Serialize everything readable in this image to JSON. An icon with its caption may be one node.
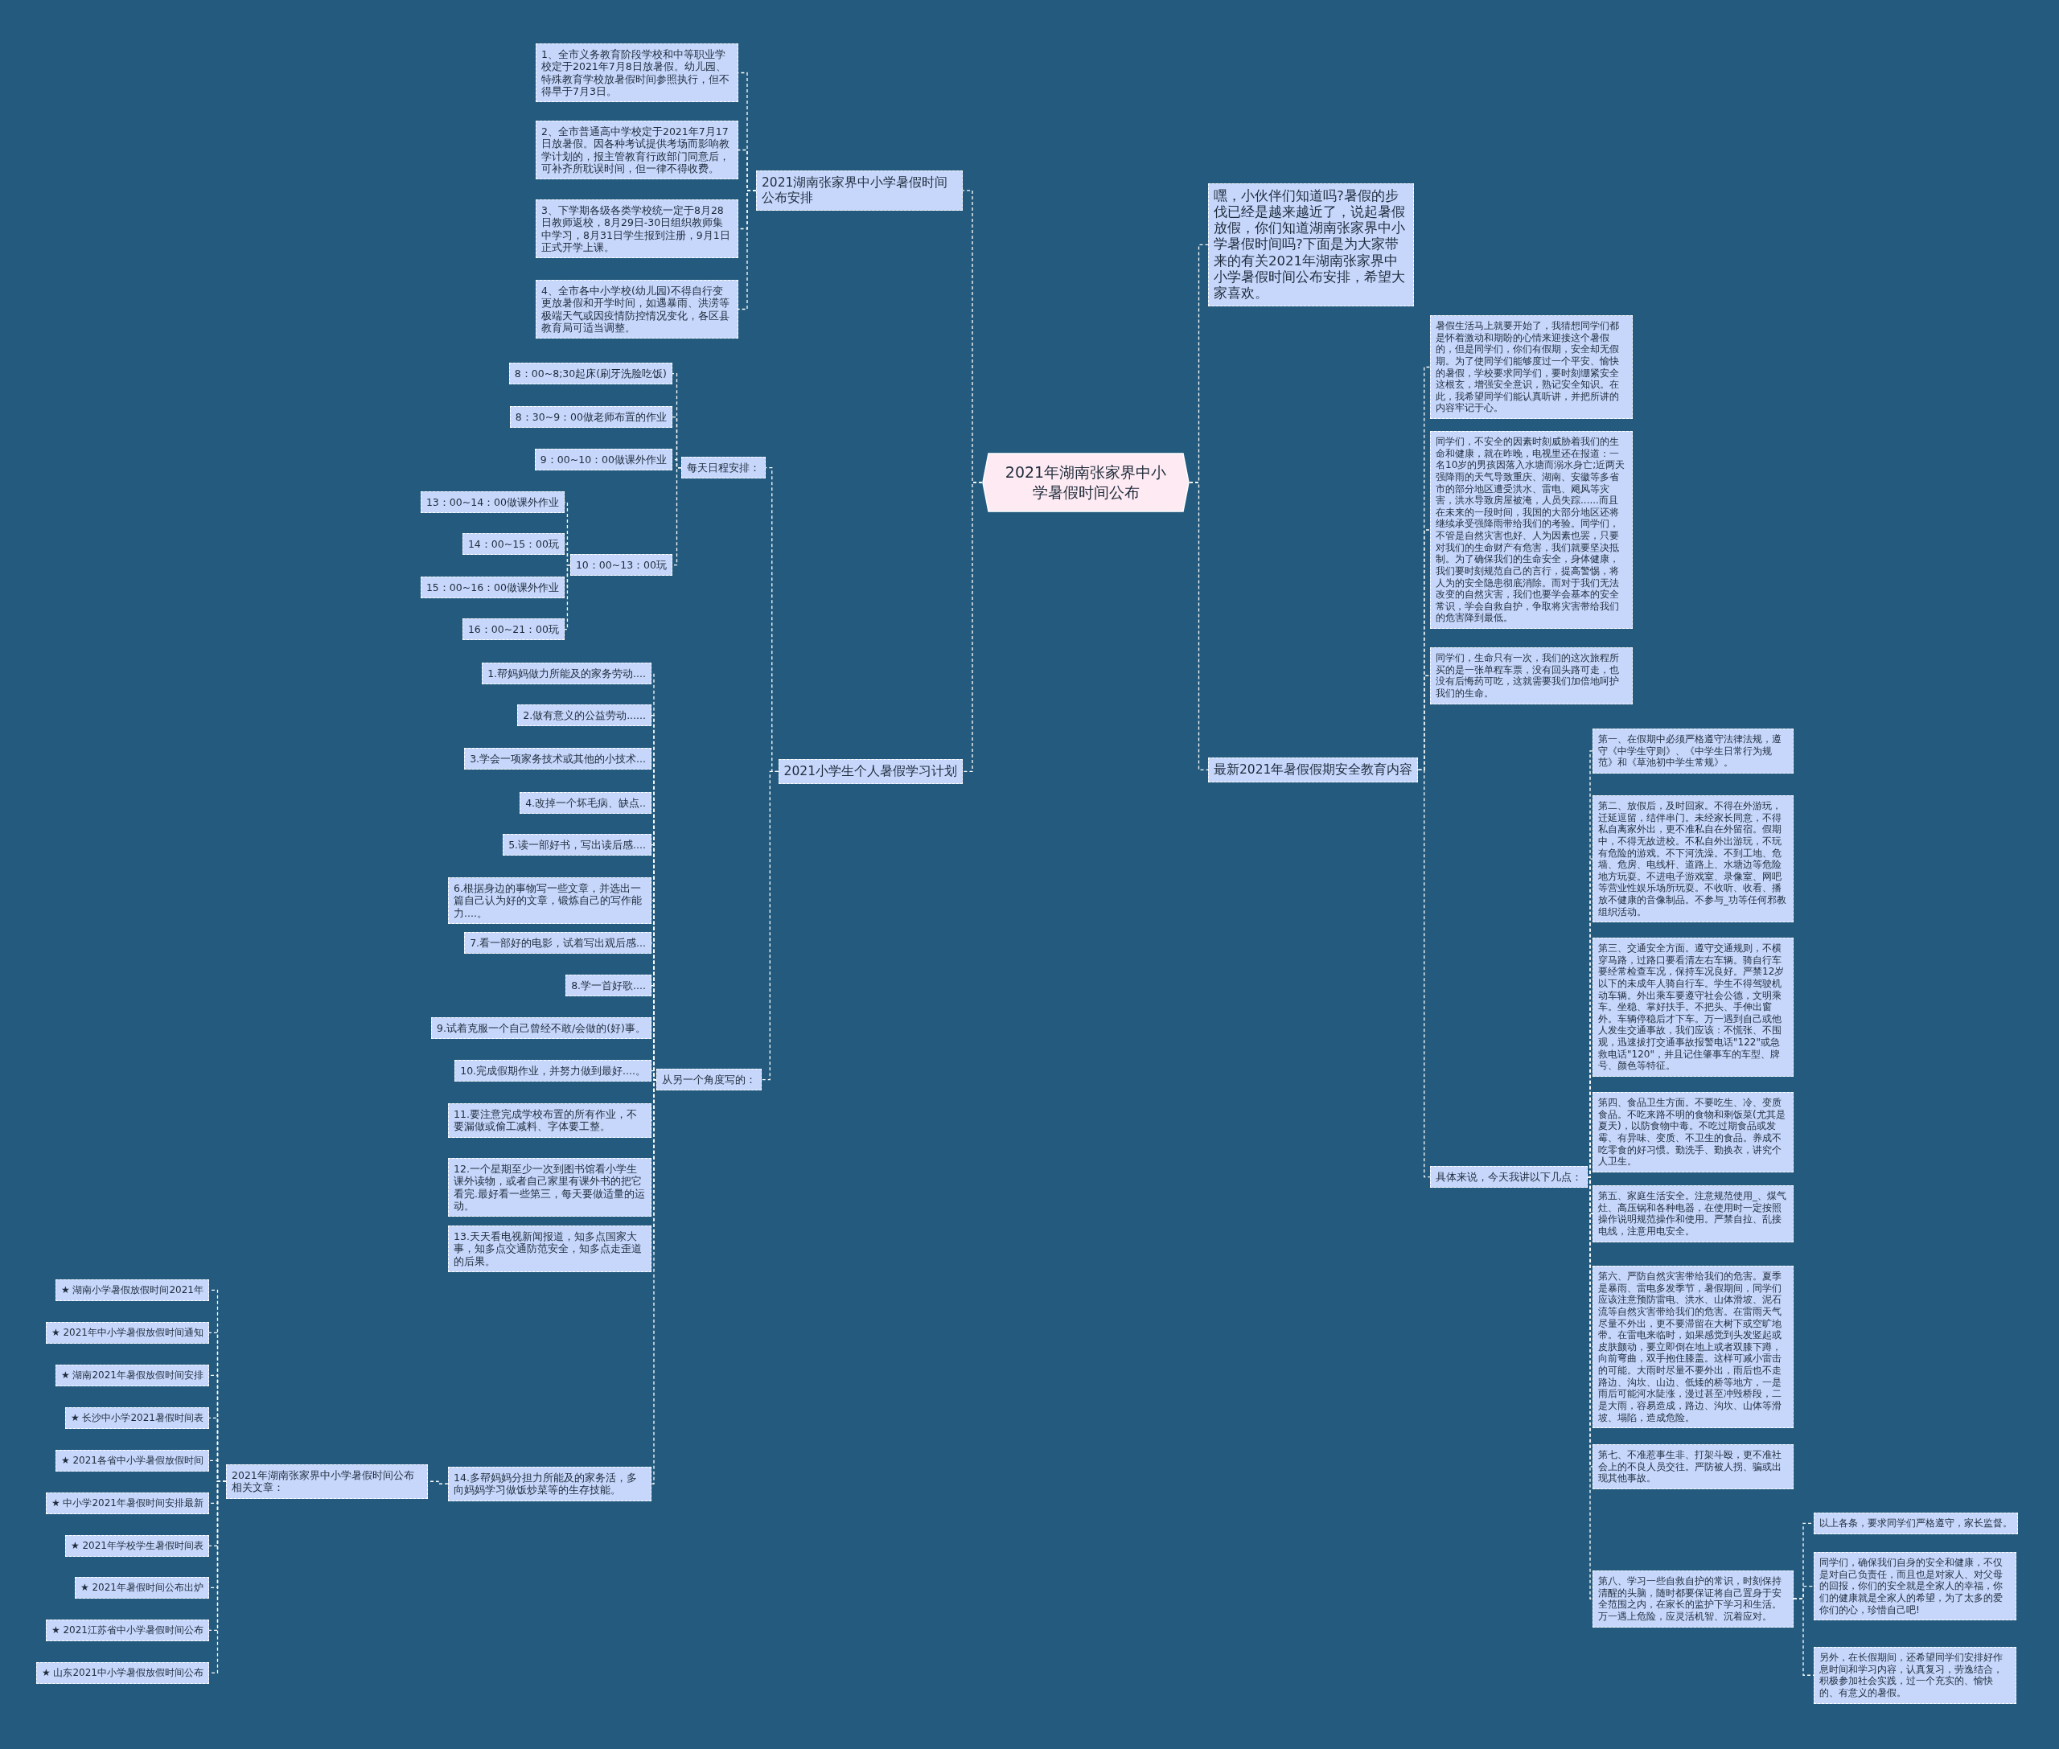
{
  "diagram": {
    "nodes": [
      {
        "text": [
          "2021年湖南张家界中小学暑假时间公布"
        ]
      },
      {
        "text": [
          "2021湖南张家界中小学暑假时间公布安排"
        ]
      },
      {
        "text": [
          "1、全市义务教育阶段学校和中等职业学校定于2021年7月8日放暑假。幼儿园、特殊教育学校放暑假时间参照执行，但不得早于7月3日。"
        ]
      },
      {
        "text": [
          "2、全市普通高中学校定于2021年7月17日放暑假。因各种考试提供考场而影响教学计划的，报主管教育行政部门同意后，可补齐所耽误时间，但一律不得收费。"
        ]
      },
      {
        "text": [
          "3、下学期各级各类学校统一定于8月28日教师返校，8月29日-30日组织教师集中学习，8月31日学生报到注册，9月1日正式开学上课。"
        ]
      },
      {
        "text": [
          "4、全市各中小学校(幼儿园)不得自行变更放暑假和开学时间，如遇暴雨、洪涝等极端天气或因疫情防控情况变化，各区县教育局可适当调整。"
        ]
      },
      {
        "text": [
          "2021小学生个人暑假学习计划"
        ]
      },
      {
        "text": [
          "每天日程安排："
        ]
      },
      {
        "text": [
          "8：00~8;30起床(刷牙洗脸吃饭)"
        ]
      },
      {
        "text": [
          "8：30~9：00做老师布置的作业"
        ]
      },
      {
        "text": [
          "9：00~10：00做课外作业"
        ]
      },
      {
        "text": [
          "10：00~13：00玩"
        ]
      },
      {
        "text": [
          "13：00~14：00做课外作业"
        ]
      },
      {
        "text": [
          "14：00~15：00玩"
        ]
      },
      {
        "text": [
          "15：00~16：00做课外作业"
        ]
      },
      {
        "text": [
          "16：00~21：00玩"
        ]
      },
      {
        "text": [
          "从另一个角度写的："
        ]
      },
      {
        "text": [
          "1.帮妈妈做力所能及的家务劳动...."
        ]
      },
      {
        "text": [
          "2.做有意义的公益劳动......"
        ]
      },
      {
        "text": [
          "3.学会一项家务技术或其他的小技术..."
        ]
      },
      {
        "text": [
          "4.改掉一个坏毛病、缺点.."
        ]
      },
      {
        "text": [
          "5.读一部好书，写出读后感...."
        ]
      },
      {
        "text": [
          "6.根据身边的事物写一些文章，并选出一篇自己认为好的文章，锻炼自己的写作能力....。"
        ]
      },
      {
        "text": [
          "7.看一部好的电影，试着写出观后感..."
        ]
      },
      {
        "text": [
          "8.学一首好歌...."
        ]
      },
      {
        "text": [
          "9.试着克服一个自己曾经不敢/会做的(好)事。"
        ]
      },
      {
        "text": [
          "10.完成假期作业，并努力做到最好....。"
        ]
      },
      {
        "text": [
          "11.要注意完成学校布置的所有作业，不要漏做或偷工减料、字体要工整。"
        ]
      },
      {
        "text": [
          "12.一个星期至少一次到图书馆看小学生课外读物，或者自己家里有课外书的把它看完.最好看一些第三，每天要做适量的运动。"
        ]
      },
      {
        "text": [
          "13.天天看电视新闻报道，知多点国家大事，知多点交通防范安全，知多点走歪道的后果。"
        ]
      },
      {
        "text": [
          "14.多帮妈妈分担力所能及的家务活，多向妈妈学习做饭炒菜等的生存技能。"
        ]
      },
      {
        "text": [
          "2021年湖南张家界中小学暑假时间公布相关文章："
        ]
      },
      {
        "text": [
          "★ 湖南小学暑假放假时间2021年"
        ]
      },
      {
        "text": [
          "★ 2021年中小学暑假放假时间通知"
        ]
      },
      {
        "text": [
          "★ 湖南2021年暑假放假时间安排"
        ]
      },
      {
        "text": [
          "★ 长沙中小学2021暑假时间表"
        ]
      },
      {
        "text": [
          "★ 2021各省中小学暑假放假时间"
        ]
      },
      {
        "text": [
          "★ 中小学2021年暑假时间安排最新"
        ]
      },
      {
        "text": [
          "★ 2021年学校学生暑假时间表"
        ]
      },
      {
        "text": [
          "★ 2021年暑假时间公布出炉"
        ]
      },
      {
        "text": [
          "★ 2021江苏省中小学暑假时间公布"
        ]
      },
      {
        "text": [
          "★ 山东2021中小学暑假放假时间公布"
        ]
      },
      {
        "text": [
          "嘿，小伙伴们知道吗?暑假的步伐已经是越来越近了，说起暑假放假，你们知道湖南张家界中小学暑假时间吗?下面是为大家带来的有关2021年湖南张家界中小学暑假时间公布安排，希望大家喜欢。"
        ]
      },
      {
        "text": [
          "最新2021年暑假假期安全教育内容"
        ]
      },
      {
        "text": [
          "暑假生活马上就要开始了，我猜想同学们都是怀着激动和期盼的心情来迎接这个暑假的，但是同学们，你们有假期，安全却无假期。为了使同学们能够度过一个平安、愉快的暑假，学校要求同学们，要时刻绷紧安全这根玄，增强安全意识，熟记安全知识。在此，我希望同学们能认真听讲，并把所讲的内容牢记于心。"
        ]
      },
      {
        "text": [
          "同学们，不安全的因素时刻威胁着我们的生命和健康，就在昨晚，电视里还在报道：一名10岁的男孩因落入水塘而溺水身亡;近两天强降雨的天气导致重庆、湖南、安徽等多省市的部分地区遭受洪水、雷电、飓风等灾害，洪水导致房屋被淹，人员失踪......而且在未来的一段时间，我国的大部分地区还将继续承受强降雨带给我们的考验。同学们，不管是自然灾害也好、人为因素也罢，只要对我们的生命财产有危害，我们就要坚决抵制。为了确保我们的生命安全，身体健康，我们要时刻规范自己的言行，提高警惕，将人为的安全隐患彻底消除。而对于我们无法改变的自然灾害，我们也要学会基本的安全常识，学会自救自护，争取将灾害带给我们的危害降到最低。"
        ]
      },
      {
        "text": [
          "同学们，生命只有一次，我们的这次旅程所买的是一张单程车票，没有回头路可走，也没有后悔药可吃，这就需要我们加倍地呵护我们的生命。"
        ]
      },
      {
        "text": [
          "具体来说，今天我讲以下几点："
        ]
      },
      {
        "text": [
          "第一、在假期中必须严格遵守法律法规，遵守《中学生守则》、《中学生日常行为规范》和《草池初中学生常规》。"
        ]
      },
      {
        "text": [
          "第二、放假后，及时回家。不得在外游玩，迁延逗留，结伴串门。未经家长同意，不得私自离家外出，更不准私自在外留宿。假期中，不得无故进校。不私自外出游玩，不玩有危险的游戏。不下河洗澡。不到工地、危墙、危房、电线杆、道路上、水塘边等危险地方玩耍。不进电子游戏室、录像室、网吧等营业性娱乐场所玩耍。不收听、收看、播放不健康的音像制品。不参与_功等任何邪教组织活动。"
        ]
      },
      {
        "text": [
          "第三、交通安全方面。遵守交通规则，不横穿马路，过路口要看清左右车辆。骑自行车要经常检查车况，保持车况良好。严禁12岁以下的未成年人骑自行车。学生不得驾驶机动车辆。外出乘车要遵守社会公德，文明乘车。坐稳、掌好扶手。不把头、手伸出窗外。车辆停稳后才下车。万一遇到自己或他人发生交通事故，我们应该：不慌张、不围观，迅速拔打交通事故报警电话\"122\"或急救电话\"120\"，并且记住肇事车的车型、牌号、颜色等特征。"
        ]
      },
      {
        "text": [
          "第四、食品卫生方面。不要吃生、冷、变质食品。不吃来路不明的食物和剩饭菜(尤其是夏天)，以防食物中毒。不吃过期食品或发霉、有异味、变质、不卫生的食品。养成不吃零食的好习惯。勤洗手、勤换衣，讲究个人卫生。"
        ]
      },
      {
        "text": [
          "第五、家庭生活安全。注意规范使用_、煤气灶、高压锅和各种电器，在使用时一定按照操作说明规范操作和使用。严禁自拉、乱接电线，注意用电安全。"
        ]
      },
      {
        "text": [
          "第六、严防自然灾害带给我们的危害。夏季是暴雨、雷电多发季节，暑假期间，同学们应该注意预防雷电、洪水、山体滑坡、泥石流等自然灾害带给我们的危害。在雷雨天气尽量不外出，更不要滞留在大树下或空旷地带。在雷电来临时，如果感觉到头发竖起或皮肤颤动，要立即倒在地上或者双膝下蹲，向前弯曲，双手抱住膝盖。这样可减小雷击的可能。大雨时尽量不要外出，雨后也不走路边、沟坎、山边、低矮的桥等地方，一是雨后可能河水陡涨，漫过甚至冲毁桥段，二是大雨，容易造成，路边、沟坎、山体等滑坡、塌陷，造成危险。"
        ]
      },
      {
        "text": [
          "第七、不准惹事生非、打架斗殴，更不准社会上的不良人员交往。严防被人拐、骗或出现其他事故。"
        ]
      },
      {
        "text": [
          "第八、学习一些自救自护的常识，时刻保持清醒的头脑，随时都要保证将自己置身于安全范围之内，在家长的监护下学习和生活。万一遇上危险，应灵活机智、沉着应对。"
        ]
      },
      {
        "text": [
          "以上各条，要求同学们严格遵守，家长监督。"
        ]
      },
      {
        "text": [
          "同学们，确保我们自身的安全和健康，不仅是对自己负责任，而且也是对家人、对父母的回报，你们的安全就是全家人的幸福，你们的健康就是全家人的希望，为了太多的爱你们的心，珍惜自己吧!"
        ]
      },
      {
        "text": [
          "另外，在长假期间，还希望同学们安排好作息时间和学习内容，认真复习，劳逸结合，积极参加社会实践，过一个充实的、愉快的、有意义的暑假。"
        ]
      }
    ],
    "edges": [
      {
        "from": 0,
        "to": 1,
        "arrow": "none"
      },
      {
        "from": 1,
        "to": 2,
        "arrow": "none"
      },
      {
        "from": 1,
        "to": 3,
        "arrow": "none"
      },
      {
        "from": 1,
        "to": 4,
        "arrow": "none"
      },
      {
        "from": 1,
        "to": 5,
        "arrow": "none"
      },
      {
        "from": 0,
        "to": 6,
        "arrow": "none"
      },
      {
        "from": 6,
        "to": 7,
        "arrow": "none"
      },
      {
        "from": 7,
        "to": 8,
        "arrow": "none"
      },
      {
        "from": 7,
        "to": 9,
        "arrow": "none"
      },
      {
        "from": 7,
        "to": 10,
        "arrow": "none"
      },
      {
        "from": 7,
        "to": 11,
        "arrow": "none"
      },
      {
        "from": 11,
        "to": 12,
        "arrow": "none"
      },
      {
        "from": 11,
        "to": 13,
        "arrow": "none"
      },
      {
        "from": 11,
        "to": 14,
        "arrow": "none"
      },
      {
        "from": 11,
        "to": 15,
        "arrow": "none"
      },
      {
        "from": 6,
        "to": 16,
        "arrow": "none"
      },
      {
        "from": 16,
        "to": 17,
        "arrow": "none"
      },
      {
        "from": 16,
        "to": 18,
        "arrow": "none"
      },
      {
        "from": 16,
        "to": 19,
        "arrow": "none"
      },
      {
        "from": 16,
        "to": 20,
        "arrow": "none"
      },
      {
        "from": 16,
        "to": 21,
        "arrow": "none"
      },
      {
        "from": 16,
        "to": 22,
        "arrow": "none"
      },
      {
        "from": 16,
        "to": 23,
        "arrow": "none"
      },
      {
        "from": 16,
        "to": 24,
        "arrow": "none"
      },
      {
        "from": 16,
        "to": 25,
        "arrow": "none"
      },
      {
        "from": 16,
        "to": 26,
        "arrow": "none"
      },
      {
        "from": 16,
        "to": 27,
        "arrow": "none"
      },
      {
        "from": 16,
        "to": 28,
        "arrow": "none"
      },
      {
        "from": 16,
        "to": 29,
        "arrow": "none"
      },
      {
        "from": 16,
        "to": 30,
        "arrow": "none"
      },
      {
        "from": 30,
        "to": 31,
        "arrow": "none"
      },
      {
        "from": 31,
        "to": 32,
        "arrow": "none"
      },
      {
        "from": 31,
        "to": 33,
        "arrow": "none"
      },
      {
        "from": 31,
        "to": 34,
        "arrow": "none"
      },
      {
        "from": 31,
        "to": 35,
        "arrow": "none"
      },
      {
        "from": 31,
        "to": 36,
        "arrow": "none"
      },
      {
        "from": 31,
        "to": 37,
        "arrow": "none"
      },
      {
        "from": 31,
        "to": 38,
        "arrow": "none"
      },
      {
        "from": 31,
        "to": 39,
        "arrow": "none"
      },
      {
        "from": 31,
        "to": 40,
        "arrow": "none"
      },
      {
        "from": 31,
        "to": 41,
        "arrow": "none"
      },
      {
        "from": 0,
        "to": 42,
        "arrow": "none"
      },
      {
        "from": 0,
        "to": 43,
        "arrow": "none"
      },
      {
        "from": 43,
        "to": 44,
        "arrow": "none"
      },
      {
        "from": 43,
        "to": 45,
        "arrow": "none"
      },
      {
        "from": 43,
        "to": 46,
        "arrow": "none"
      },
      {
        "from": 43,
        "to": 47,
        "arrow": "none"
      },
      {
        "from": 47,
        "to": 48,
        "arrow": "none"
      },
      {
        "from": 47,
        "to": 49,
        "arrow": "none"
      },
      {
        "from": 47,
        "to": 50,
        "arrow": "none"
      },
      {
        "from": 47,
        "to": 51,
        "arrow": "none"
      },
      {
        "from": 47,
        "to": 52,
        "arrow": "none"
      },
      {
        "from": 47,
        "to": 53,
        "arrow": "none"
      },
      {
        "from": 47,
        "to": 54,
        "arrow": "none"
      },
      {
        "from": 47,
        "to": 55,
        "arrow": "none"
      },
      {
        "from": 55,
        "to": 56,
        "arrow": "none"
      },
      {
        "from": 55,
        "to": 57,
        "arrow": "none"
      },
      {
        "from": 55,
        "to": 58,
        "arrow": "none"
      }
    ]
  }
}
